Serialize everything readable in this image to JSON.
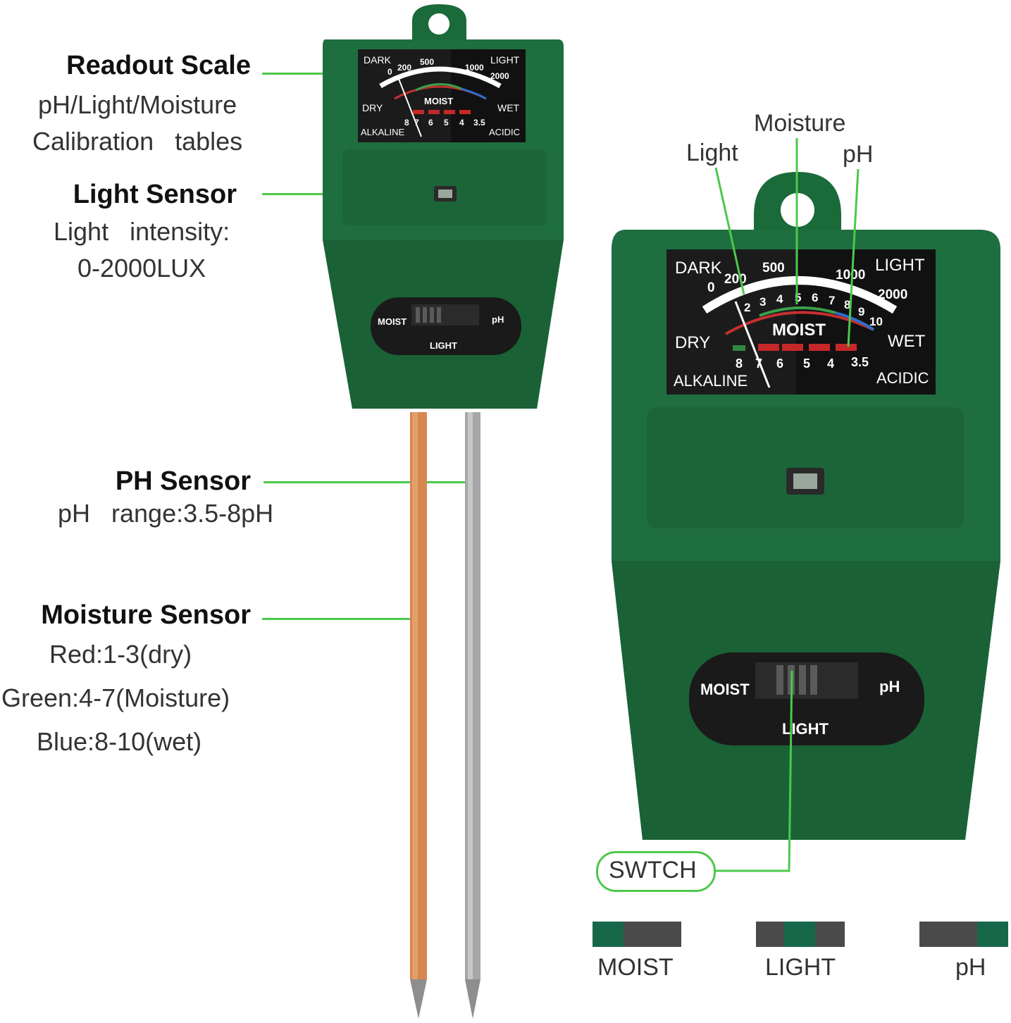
{
  "left_labels": {
    "readout": {
      "title": "Readout Scale",
      "line1": "pH/Light/Moisture",
      "line2": "Calibration   tables"
    },
    "light_sensor": {
      "title": "Light Sensor",
      "line1": "Light   intensity:",
      "line2": "0-2000LUX"
    },
    "ph_sensor": {
      "title": "PH Sensor",
      "line1": "pH   range:3.5-8pH"
    },
    "moisture_sensor": {
      "title": "Moisture Sensor",
      "line1": "Red:1-3(dry)",
      "line2": "Green:4-7(Moisture)",
      "line3": "Blue:8-10(wet)"
    }
  },
  "meter": {
    "dark": "DARK",
    "light": "LIGHT",
    "dry": "DRY",
    "wet": "WET",
    "alkaline": "ALKALINE",
    "acidic": "ACIDIC",
    "moist": "MOIST",
    "lux_ticks": [
      "0",
      "200",
      "500",
      "1000",
      "2000"
    ],
    "moist_ticks": [
      "2",
      "3",
      "4",
      "5",
      "6",
      "7",
      "8",
      "9",
      "10"
    ],
    "ph_ticks": [
      "8",
      "7",
      "6",
      "5",
      "4",
      "3.5"
    ]
  },
  "switch": {
    "moist": "MOIST",
    "ph": "pH",
    "light": "LIGHT"
  },
  "right_callouts": {
    "light": "Light",
    "moisture": "Moisture",
    "ph": "pH",
    "switch": "SWTCH"
  },
  "legend": [
    {
      "label": "MOIST"
    },
    {
      "label": "LIGHT"
    },
    {
      "label": "pH"
    }
  ],
  "colors": {
    "body_green": "#1e6e3e",
    "connector": "#4cc94a",
    "copper": "#d98a55",
    "steel": "#a9a9a9",
    "swatch_green": "#17674a",
    "swatch_gray": "#4a4a4a"
  }
}
